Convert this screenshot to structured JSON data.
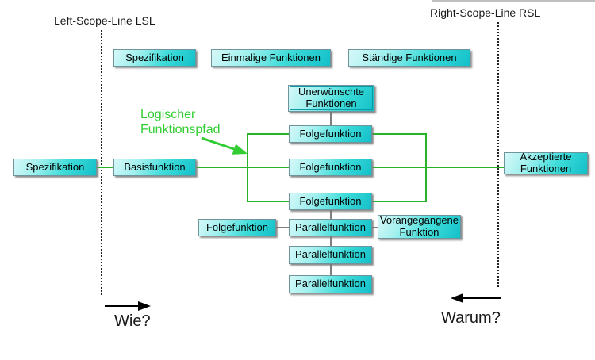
{
  "colors": {
    "box-light": "#d6f8f8",
    "box-mid": "#3fdcd9",
    "box-dark": "#12c0c9",
    "box-border": "#6f949c",
    "green-line": "#28b428",
    "green-text": "#32cd32",
    "gray-line": "#7f7f7f",
    "dash-color": "#222222",
    "arrow-black": "#000000"
  },
  "scope": {
    "left_label": "Left-Scope-Line LSL",
    "right_label": "Right-Scope-Line RSL"
  },
  "legend": {
    "logical_path": "Logischer\n Funktionspfad"
  },
  "questions": {
    "how": "Wie?",
    "why": "Warum?"
  },
  "nodes": {
    "spec_top": "Spezifikation",
    "einmalige": "Einmalige Funktionen",
    "staendige": "Ständige Funktionen",
    "unerwuenschte": "Unerwünschte\nFunktionen",
    "folge1": "Folgefunktion",
    "folge2": "Folgefunktion",
    "folge3": "Folgefunktion",
    "spec_left": "Spezifikation",
    "basis": "Basisfunktion",
    "akzeptierte": "Akzeptierte\nFunktionen",
    "folge_left": "Folgefunktion",
    "parallel1": "Parallelfunktion",
    "parallel2": "Parallelfunktion",
    "parallel3": "Parallelfunktion",
    "vorangegangene": "Vorangegangene\nFunktion"
  }
}
